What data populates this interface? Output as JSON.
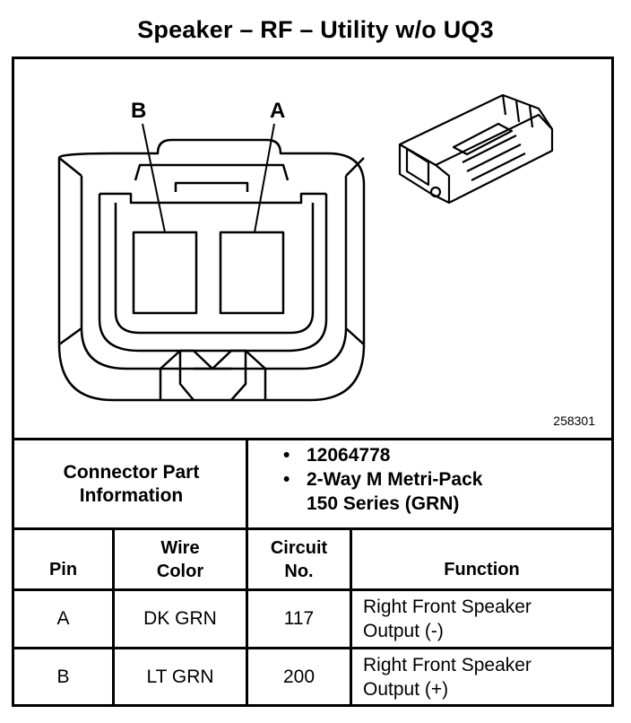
{
  "title": "Speaker – RF – Utility w/o UQ3",
  "diagram": {
    "pin_label_b": "B",
    "pin_label_a": "A",
    "reference_number": "258301"
  },
  "connector_info": {
    "label_line1": "Connector Part",
    "label_line2": "Information",
    "items": [
      "12064778",
      "2-Way M Metri-Pack",
      "150 Series (GRN)"
    ]
  },
  "table": {
    "headers": {
      "pin": "Pin",
      "wire_color_line1": "Wire",
      "wire_color_line2": "Color",
      "circuit_line1": "Circuit",
      "circuit_line2": "No.",
      "function": "Function"
    },
    "rows": [
      {
        "pin": "A",
        "wire_color": "DK GRN",
        "circuit": "117",
        "function_line1": "Right Front Speaker",
        "function_line2": "Output (-)"
      },
      {
        "pin": "B",
        "wire_color": "LT GRN",
        "circuit": "200",
        "function_line1": "Right Front Speaker",
        "function_line2": "Output (+)"
      }
    ]
  }
}
